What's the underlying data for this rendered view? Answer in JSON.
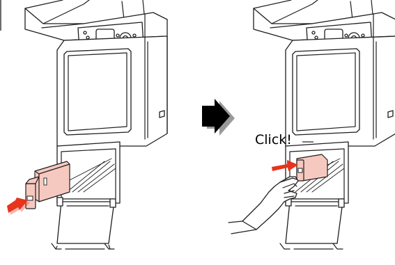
{
  "steps": [
    {
      "id": "insert",
      "callout": ""
    },
    {
      "id": "click",
      "callout": "Click!"
    }
  ],
  "colors": {
    "cartridge_fill": "#f6c9c0",
    "arrow_red": "#e8341c",
    "arrow_black": "#000000",
    "outline": "#1e1e1e"
  },
  "icons": [
    "direction-arrow-icon",
    "push-arrow-icon"
  ]
}
